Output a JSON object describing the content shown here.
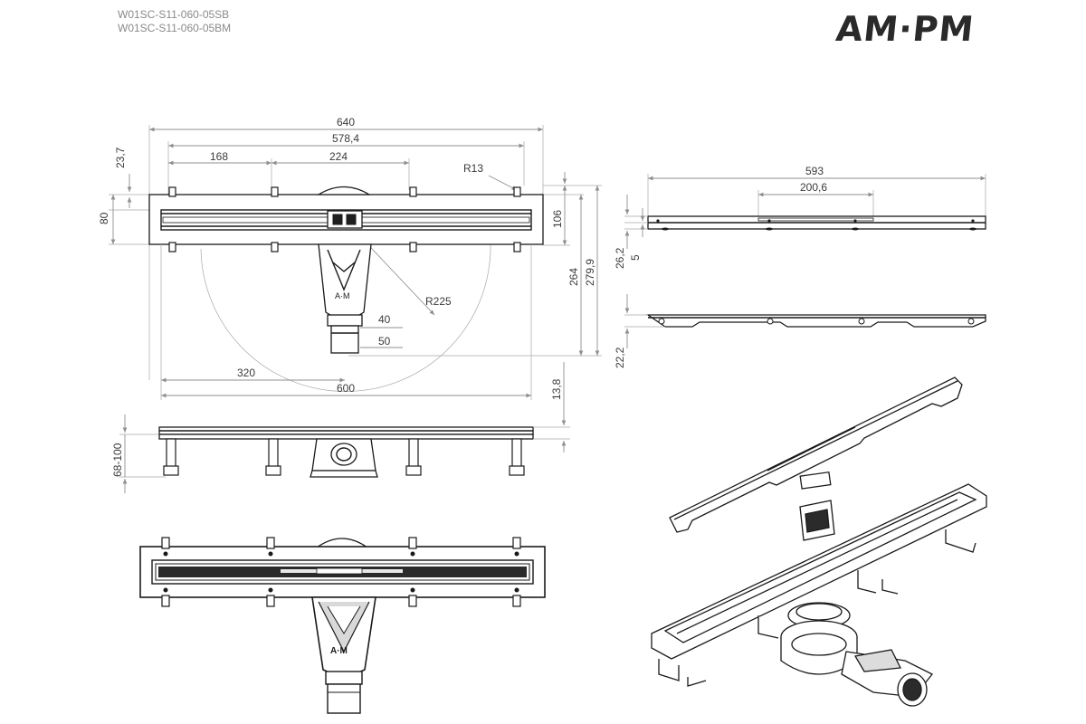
{
  "header": {
    "codes": [
      "W01SC-S11-060-05SB",
      "W01SC-S11-060-05BM"
    ],
    "brand": "AM·PM"
  },
  "dims": {
    "top_view": {
      "overall_width": "640",
      "inner_width": "578,4",
      "left_spacing": "168",
      "mid_spacing": "224",
      "corner_radius": "R13",
      "depth_top": "23,7",
      "frame_height": "80",
      "right_106": "106",
      "right_264": "264",
      "right_279_9": "279,9",
      "arc_radius": "R225",
      "outlet_40": "40",
      "outlet_50": "50",
      "half_width": "320",
      "base_width": "600"
    },
    "side_view": {
      "height_13_8": "13,8",
      "height_range": "68-100"
    },
    "grate_view": {
      "grate_length": "593",
      "slot_length": "200,6",
      "thickness": "26,2",
      "lip": "5",
      "grate_height": "22,2"
    }
  }
}
